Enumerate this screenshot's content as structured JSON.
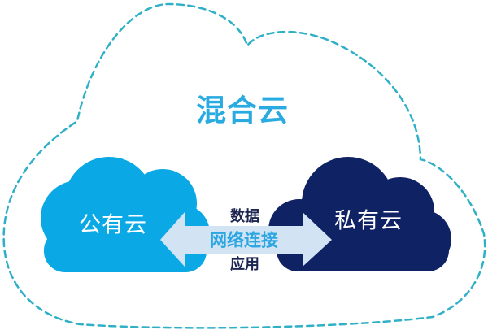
{
  "diagram": {
    "title": "混合云",
    "public_cloud_label": "公有云",
    "private_cloud_label": "私有云",
    "arrow_top_label": "数据",
    "arrow_center_label": "网络连接",
    "arrow_bottom_label": "应用"
  },
  "colors": {
    "background": "#ffffff",
    "outline_dashed": "#2fb0c7",
    "title_text": "#29abe2",
    "public_cloud_fill": "#0aa8e5",
    "private_cloud_fill": "#0f2264",
    "arrow_fill": "#d2e3f4",
    "arrow_center_text": "#2ba6e0",
    "arrow_side_text": "#1b2550",
    "cloud_label_text": "#ffffff"
  }
}
